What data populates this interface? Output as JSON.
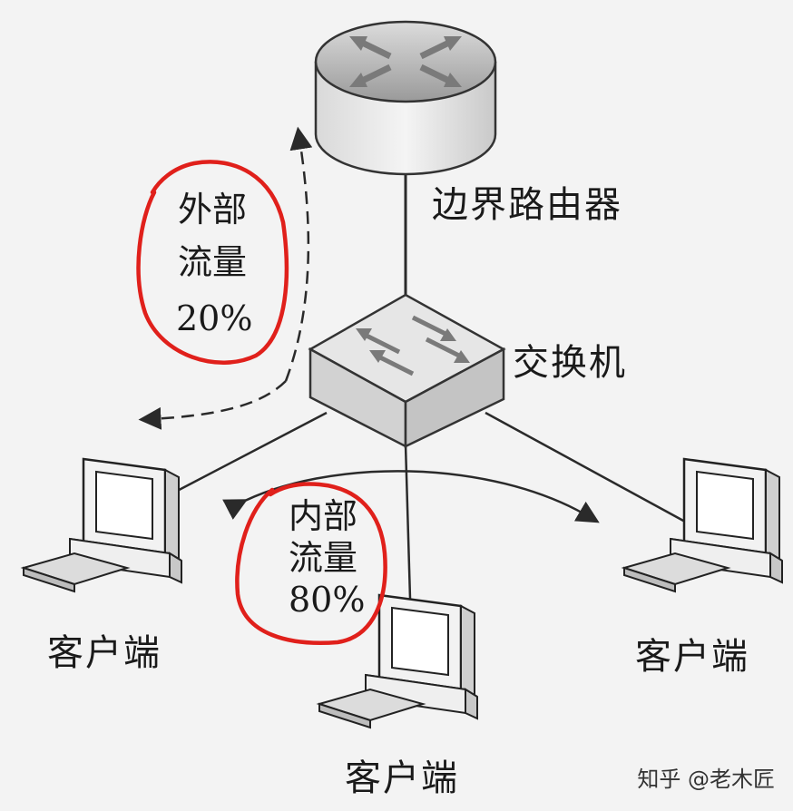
{
  "labels": {
    "router": "边界路由器",
    "switch": "交换机",
    "client_left": "客户端",
    "client_bottom": "客户端",
    "client_right": "客户端"
  },
  "external_traffic": {
    "line1": "外部",
    "line2": "流量",
    "percent": "20%"
  },
  "internal_traffic": {
    "line1": "内部",
    "line2": "流量",
    "percent": "80%"
  },
  "watermark": "知乎 @老木匠",
  "colors": {
    "annotation": "#e0201b",
    "line": "#2a2a2a",
    "device_fill": "#e8e8e8"
  }
}
